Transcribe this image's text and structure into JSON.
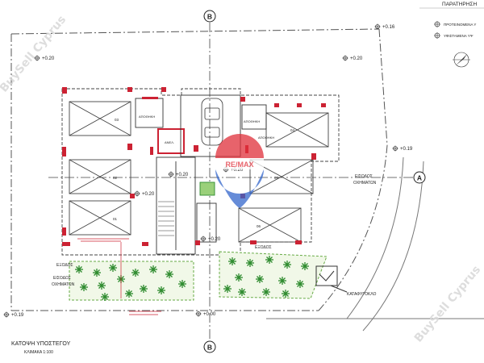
{
  "header": {
    "notes_title": "ΠΑΡΑΤΗΡΗΣΗ",
    "legend": [
      {
        "text": "ΠΡΟΤΕΙΝΟΜΕΝΑ Υ"
      },
      {
        "text": "ΥΦΙΣΤΑΜΕΝΑ ΥΨ"
      }
    ]
  },
  "section_markers": {
    "top": "B",
    "bottom": "B",
    "right": "A"
  },
  "levels": {
    "top_right": "+0.16",
    "nw": "+0.20",
    "ne": "+0.20",
    "core_top": "+0.20",
    "center": "+0.20",
    "left_mid": "+0.20",
    "core_bottom": "+0.20",
    "right_edge": "+0.19",
    "bottom_left": "+0.19",
    "bottom_mid": "+0.00"
  },
  "labels": {
    "entrance_right": "ΕΙΣΟΔΟΣ",
    "entrance_right_sub": "ΟΧΗΜΑΤΩΝ",
    "entrance_left": "ΕΙΣΟΔΟΣ",
    "entrance_left_sub": "ΟΧΗΜΑΤΩΝ",
    "exit_left": "ΕΞΟΔΟΣ",
    "exit_right": "ΕΞΟΔΟΣ",
    "ramp": "ΚΑΤΑΦΥΓΟΚΛΟ",
    "storage_1": "ΑΠΟΘΗΚΗ",
    "storage_2": "ΑΠΟΘΗΚΗ",
    "storage_3": "ΑΠΟΘΗΚΗ",
    "lift": "ΑΝΕΛ."
  },
  "parking": [
    {
      "num": "03"
    },
    {
      "num": "02"
    },
    {
      "num": "01"
    },
    {
      "num": "04"
    },
    {
      "num": "05"
    },
    {
      "num": "06"
    }
  ],
  "footer": {
    "plan_title": "ΚΑΤΟΨΗ ΥΠΟΣΤΕΓΟΥ",
    "scale": "ΚΛΙΜΑΚΑ 1:100"
  },
  "watermarks": {
    "top_left": "BuySell Cyprus",
    "bottom_right": "BuySell Cyprus",
    "center_brand": "RE/MAX"
  },
  "colors": {
    "line": "#444444",
    "red": "#cc2233",
    "garden_fill": "#f1f8e8",
    "garden_stroke": "#66aa44",
    "plant": "#2e8b2e",
    "balloon_red": "#e0303a",
    "balloon_blue": "#3366cc"
  }
}
